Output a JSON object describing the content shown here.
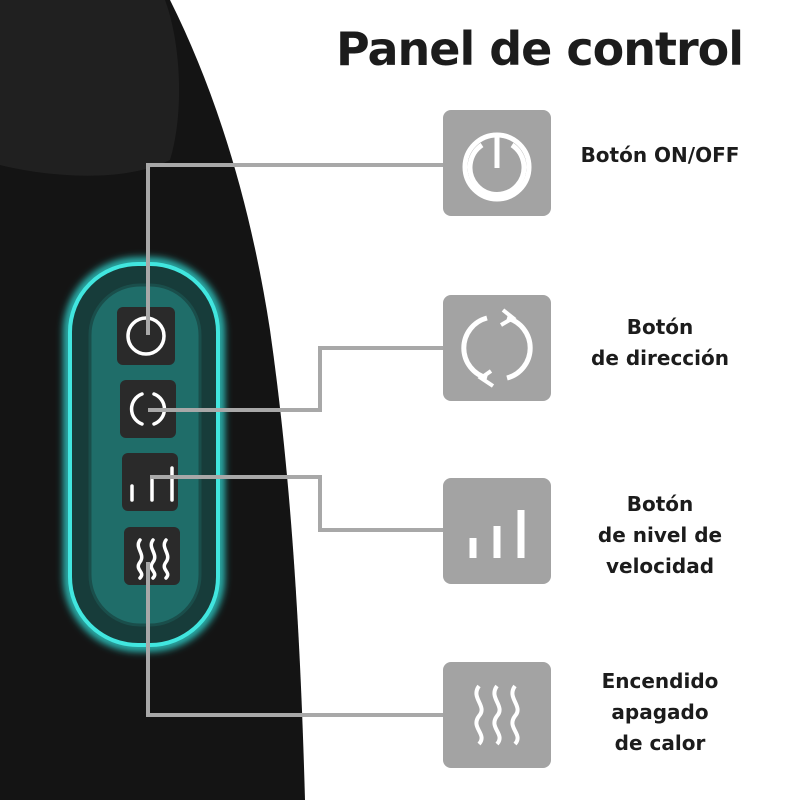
{
  "title": "Panel de control",
  "features": [
    {
      "icon": "power-icon",
      "lines": [
        "Botón ON/OFF"
      ]
    },
    {
      "icon": "direction-icon",
      "lines": [
        "Botón",
        "de dirección"
      ]
    },
    {
      "icon": "speed-level-icon",
      "lines": [
        "Botón",
        "de nivel de",
        "velocidad"
      ]
    },
    {
      "icon": "heat-icon",
      "lines": [
        "Encendido",
        "apagado",
        "de calor"
      ]
    }
  ],
  "colors": {
    "accent": "#2fd6d0",
    "panel": "#1f6d69",
    "icon_box": "#a3a3a3",
    "callout_line": "#a8a8a8"
  }
}
